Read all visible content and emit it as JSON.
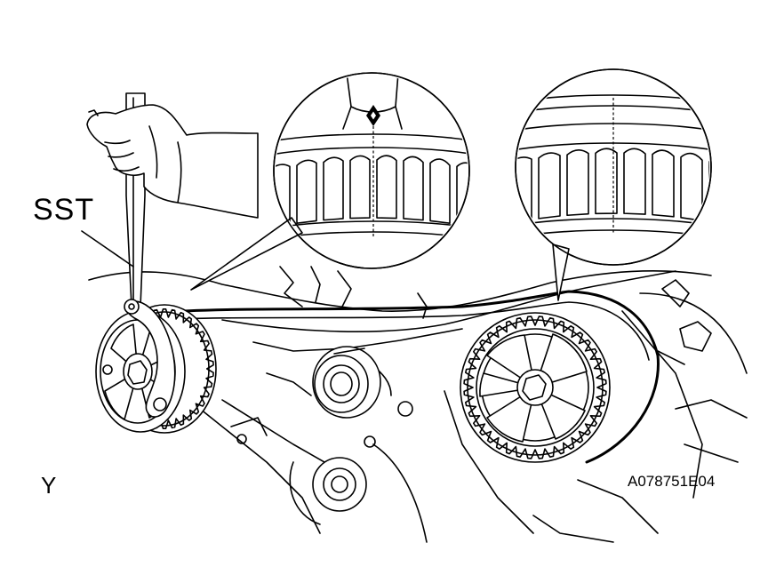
{
  "labels": {
    "tool": "SST",
    "view": "Y",
    "figure_id": "A078751E04"
  },
  "colors": {
    "ink": "#000000",
    "paper": "#ffffff"
  }
}
